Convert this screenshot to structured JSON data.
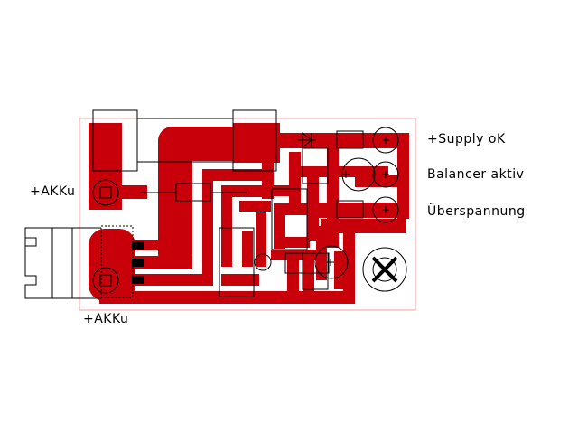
{
  "labels": {
    "supply_ok": "+Supply oK",
    "balancer_active": "Balancer aktiv",
    "overvoltage": "Überspannung",
    "akku_top": "+AKKu",
    "akku_bottom": "+AKKu"
  },
  "colors": {
    "copper": "#c8000a",
    "outline": "#f0a0a0",
    "silkscreen": "#000000",
    "background": "#ffffff"
  }
}
